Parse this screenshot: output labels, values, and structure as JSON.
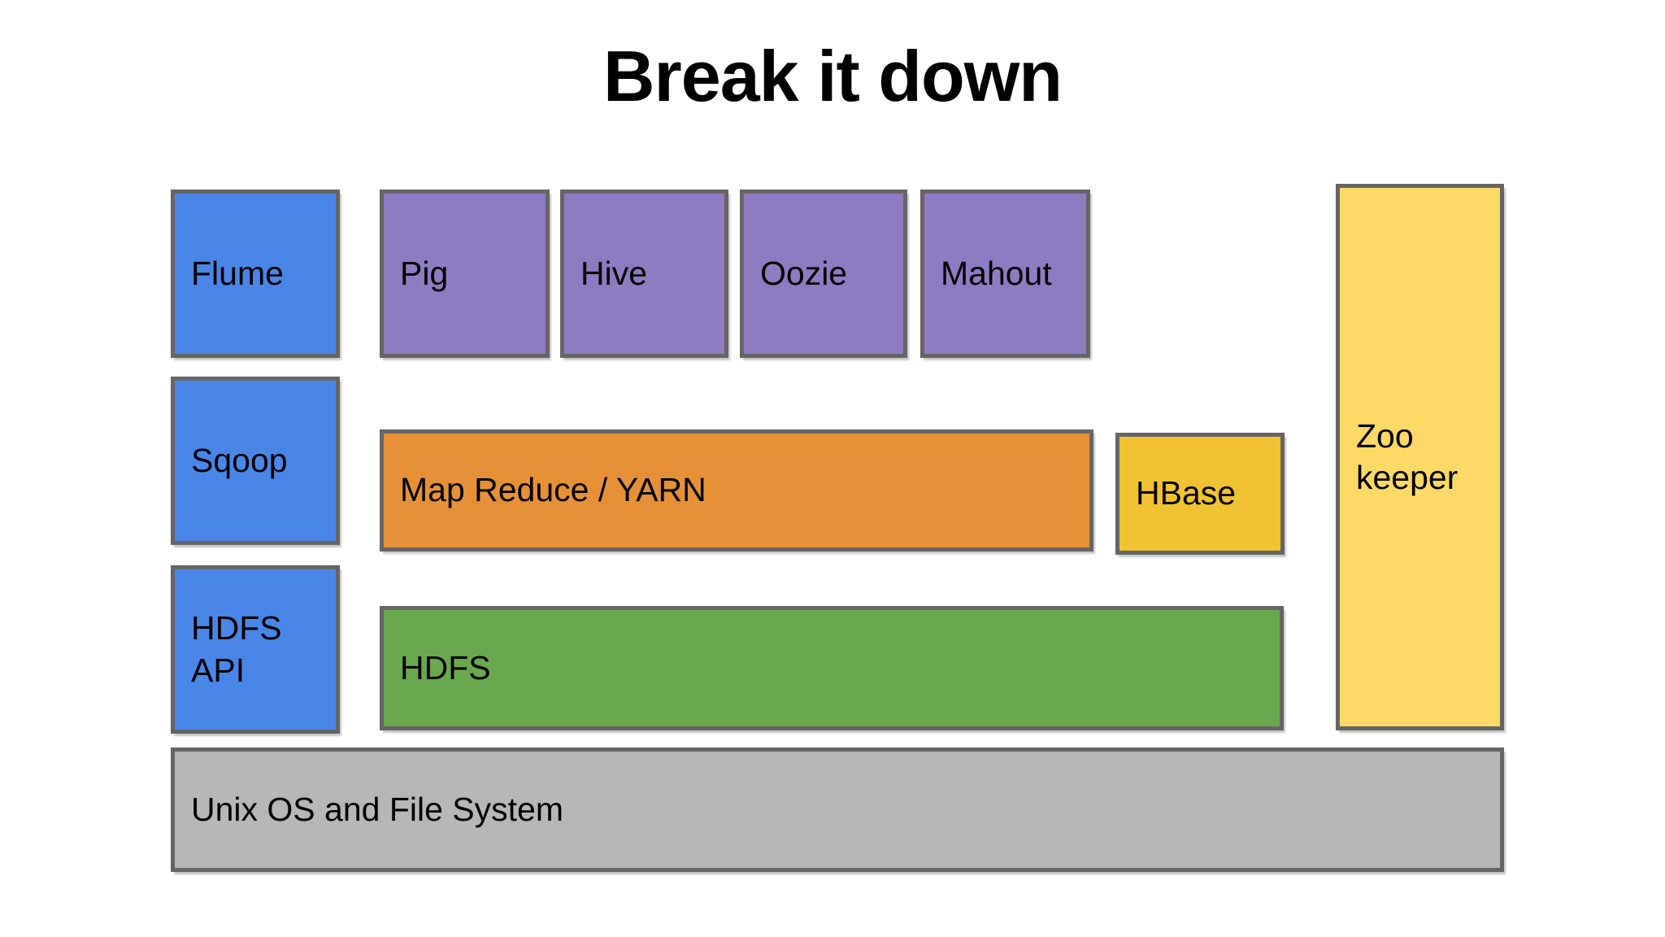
{
  "title": "Break it down",
  "colors": {
    "background": "#ffffff",
    "border": "#656565",
    "text": "#000000",
    "blue": "#4a86e8",
    "purple": "#8e7cc3",
    "orange": "#e69138",
    "gold": "#f1c232",
    "light_yellow": "#ffd966",
    "green": "#6aa84f",
    "gray": "#b7b7b7"
  },
  "diagram": {
    "boxes": {
      "flume": {
        "label": "Flume",
        "color": "#4a86e8"
      },
      "pig": {
        "label": "Pig",
        "color": "#8e7cc3"
      },
      "hive": {
        "label": "Hive",
        "color": "#8e7cc3"
      },
      "oozie": {
        "label": "Oozie",
        "color": "#8e7cc3"
      },
      "mahout": {
        "label": "Mahout",
        "color": "#8e7cc3"
      },
      "sqoop": {
        "label": "Sqoop",
        "color": "#4a86e8"
      },
      "hdfs_api": {
        "label": "HDFS API",
        "lines": [
          "HDFS",
          "API"
        ],
        "color": "#4a86e8"
      },
      "mapreduce": {
        "label": "Map Reduce / YARN",
        "color": "#e69138"
      },
      "hbase": {
        "label": "HBase",
        "color": "#f1c232"
      },
      "hdfs": {
        "label": "HDFS",
        "color": "#6aa84f"
      },
      "zookeeper": {
        "label": "Zoo keeper",
        "lines": [
          "Zoo",
          "keeper"
        ],
        "color": "#ffd966"
      },
      "unix": {
        "label": "Unix OS and File System",
        "color": "#b7b7b7"
      }
    }
  }
}
